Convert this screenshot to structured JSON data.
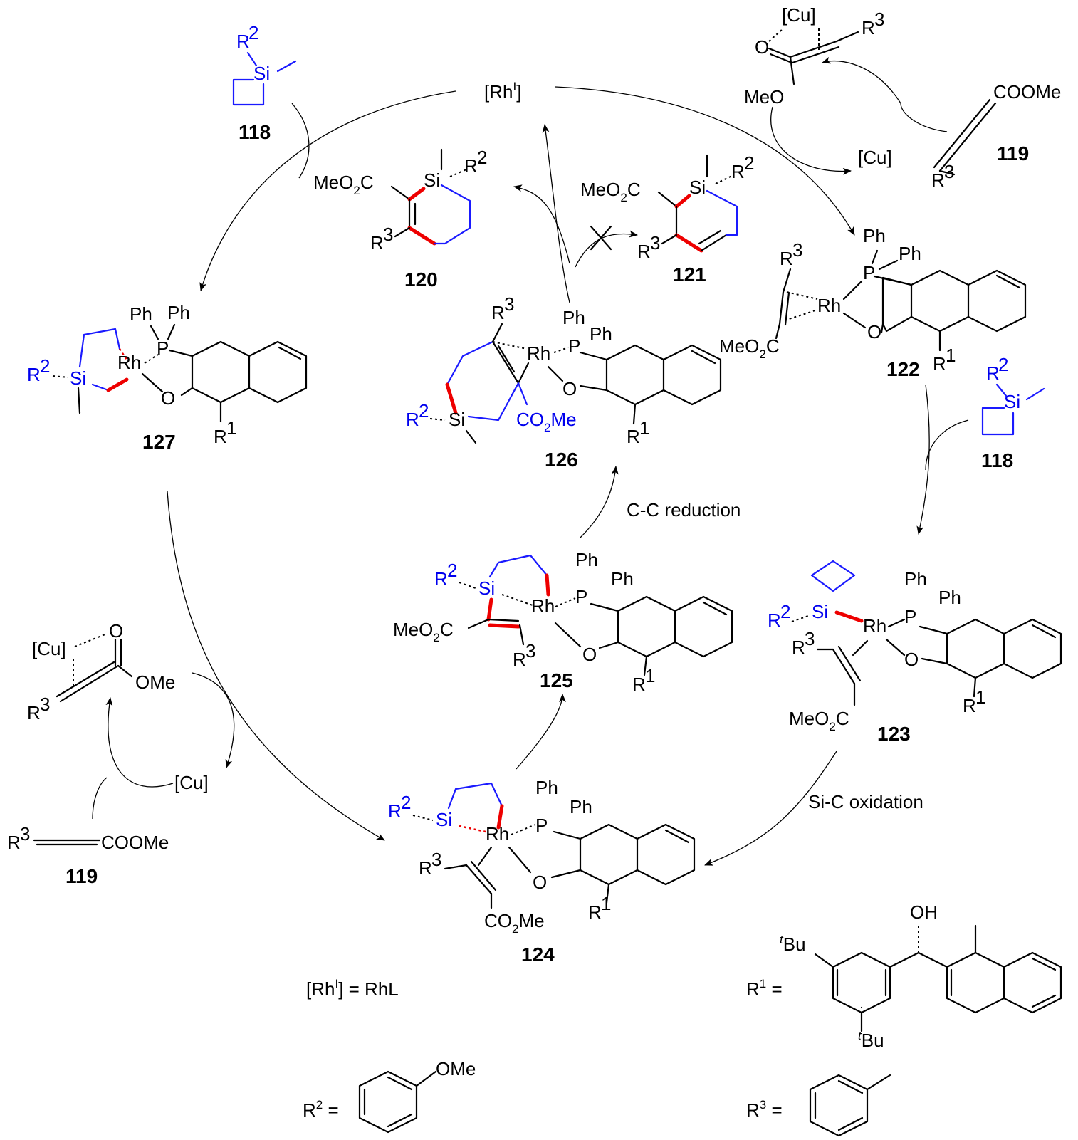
{
  "catalyst": {
    "label": "[Rh",
    "sup": "I",
    "close": "]"
  },
  "catalyst_definition": {
    "lhs": "[Rh",
    "sup": "I",
    "rhs": "] = RhL"
  },
  "copper": {
    "label": "[Cu]"
  },
  "steps": {
    "reduction": "C-C reduction",
    "oxidation": "Si-C oxidation"
  },
  "compounds": {
    "c118": "118",
    "c119": "119",
    "c120": "120",
    "c121": "121",
    "c122": "122",
    "c123": "123",
    "c124": "124",
    "c125": "125",
    "c126": "126",
    "c127": "127"
  },
  "atoms": {
    "si": "Si",
    "rh": "Rh",
    "p": "P",
    "o": "O",
    "ph": "Ph",
    "r": "R",
    "meo": "MeO",
    "meo2c": "MeO",
    "sub2": "2",
    "c": "C",
    "co2me": "CO",
    "me": "Me",
    "coome": "COOMe",
    "ome": "OMe",
    "oh": "OH",
    "bu": "Bu",
    "t": "t",
    "sup1": "1",
    "sup2": "2",
    "sup3": "3"
  },
  "substituents": {
    "r1_eq": "R",
    "r1_sup": "1",
    "r2_eq": "R",
    "r2_sup": "2",
    "r3_eq": "R",
    "r3_sup": "3",
    "equals": "="
  }
}
